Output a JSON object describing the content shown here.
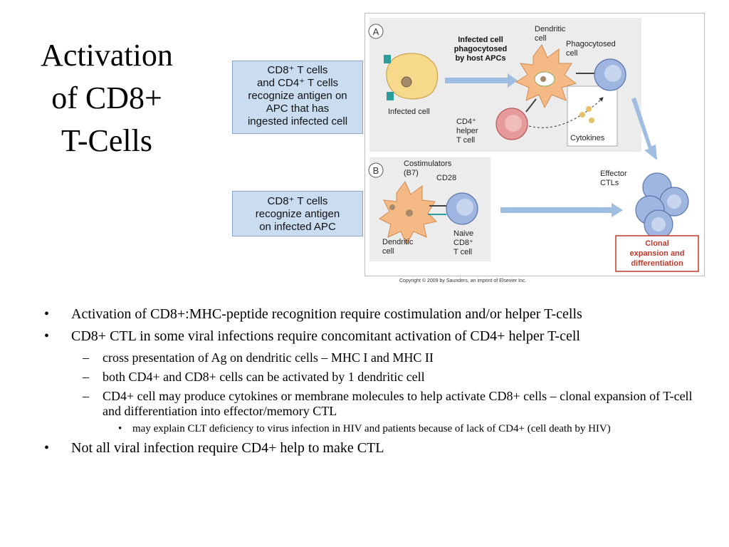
{
  "title_lines": [
    "Activation",
    "of CD8+",
    "T-Cells"
  ],
  "callouts": {
    "a": [
      "CD8⁺ T cells",
      "and CD4⁺ T cells",
      "recognize antigen on",
      "APC that has",
      "ingested infected cell"
    ],
    "b": [
      "CD8⁺ T cells",
      "recognize antigen",
      "on infected APC"
    ]
  },
  "figure": {
    "panel_a_badge": "A",
    "panel_b_badge": "B",
    "infected_phago": [
      "Infected cell",
      "phagocytosed",
      "by host APCs"
    ],
    "dendritic_cell_top": [
      "Dendritic",
      "cell"
    ],
    "phagocytosed_cell": [
      "Phagocytosed",
      "cell"
    ],
    "infected_cell": "Infected cell",
    "cd4_helper": [
      "CD4⁺",
      "helper",
      "T cell"
    ],
    "cytokines": "Cytokines",
    "costimulators": [
      "Costimulators",
      "(B7)"
    ],
    "cd28": "CD28",
    "dendritic_cell_bottom": [
      "Dendritic",
      "cell"
    ],
    "naive_cd8": [
      "Naive",
      "CD8⁺",
      "T cell"
    ],
    "effector_ctls": [
      "Effector",
      "CTLs"
    ],
    "clonal": [
      "Clonal",
      "expansion and",
      "differentiation"
    ],
    "colors": {
      "apc": "#f4b984",
      "infected": "#f6d98a",
      "tcell": "#9fb6e0",
      "helper": "#e79a9a",
      "arrow": "#9ebde0",
      "red": "#c0392b"
    }
  },
  "copyright": "Copyright © 2009 by Saunders, an imprint of Elsevier Inc.",
  "bullets": [
    {
      "level": 1,
      "text": "Activation of CD8+:MHC-peptide recognition require costimulation and/or helper T-cells"
    },
    {
      "level": 1,
      "text": "CD8+ CTL in some viral infections require concomitant activation of CD4+ helper T-cell"
    },
    {
      "level": 2,
      "text": "cross presentation of Ag on dendritic cells – MHC I and MHC II"
    },
    {
      "level": 2,
      "text": "both CD4+ and CD8+ cells can be activated by 1 dendritic cell"
    },
    {
      "level": 2,
      "text": "CD4+ cell may produce cytokines or membrane molecules to help activate CD8+ cells – clonal expansion of T-cell and differentiation into effector/memory CTL"
    },
    {
      "level": 3,
      "text": "may explain CLT deficiency to virus infection in HIV and patients because of lack of CD4+ (cell death by HIV)"
    },
    {
      "level": 1,
      "text": "Not all viral infection require CD4+ help to make CTL"
    }
  ]
}
